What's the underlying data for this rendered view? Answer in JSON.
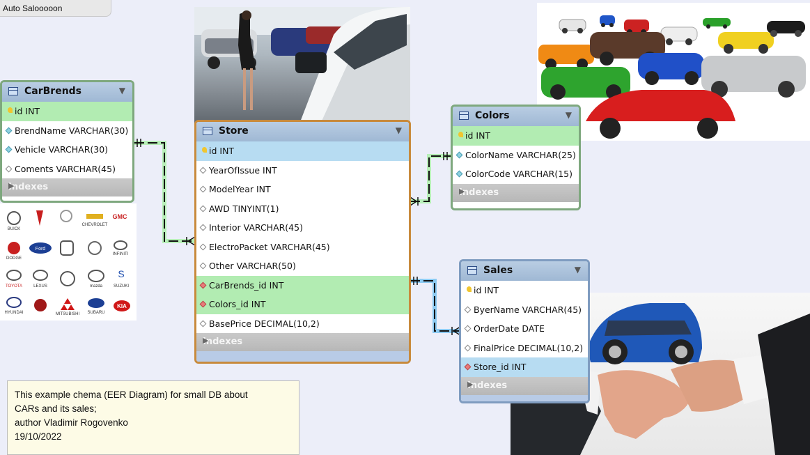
{
  "tab": {
    "title": "Auto Salooooon"
  },
  "tables": {
    "carbrends": {
      "name": "CarBrends",
      "columns": [
        "id INT",
        "BrendName VARCHAR(30)",
        "Vehicle VARCHAR(30)",
        "Coments VARCHAR(45)"
      ],
      "indexes": "Indexes"
    },
    "store": {
      "name": "Store",
      "columns": [
        "id INT",
        "YearOfIssue INT",
        "ModelYear INT",
        "AWD TINYINT(1)",
        "Interior VARCHAR(45)",
        "ElectroPacket VARCHAR(45)",
        "Other VARCHAR(50)",
        "CarBrends_id INT",
        "Colors_id INT",
        "BasePrice DECIMAL(10,2)"
      ],
      "indexes": "Indexes"
    },
    "colors": {
      "name": "Colors",
      "columns": [
        "id INT",
        "ColorName VARCHAR(25)",
        "ColorCode VARCHAR(15)"
      ],
      "indexes": "Indexes"
    },
    "sales": {
      "name": "Sales",
      "columns": [
        "id INT",
        "ByerName VARCHAR(45)",
        "OrderDate DATE",
        "FinalPrice DECIMAL(10,2)",
        "Store_id INT"
      ],
      "indexes": "Indexes"
    }
  },
  "note": {
    "line1": "This example chema (EER Diagram) for small DB about",
    "line2": "CARs and its sales;",
    "line3": "author Vladimir Rogovenko",
    "line4": "19/10/2022"
  },
  "brands": {
    "buick": "BUICK",
    "chevrolet": "CHEVROLET",
    "gmc": "GMC",
    "dodge": "DODGE",
    "ford": "Ford",
    "infiniti": "INFINITI",
    "toyota": "TOYOTA",
    "lexus": "LEXUS",
    "mazda": "mazda",
    "suzuki": "SUZUKI",
    "hyundai": "HYUNDAI",
    "mitsubishi": "MITSUBISHI",
    "subaru": "SUBARU",
    "kia": "KIA"
  },
  "colors": {
    "green_rel": "#22b422",
    "blue_rel": "#2f8fd8",
    "store_border": "#c88a3c",
    "table_border": "#7a9a7a"
  }
}
